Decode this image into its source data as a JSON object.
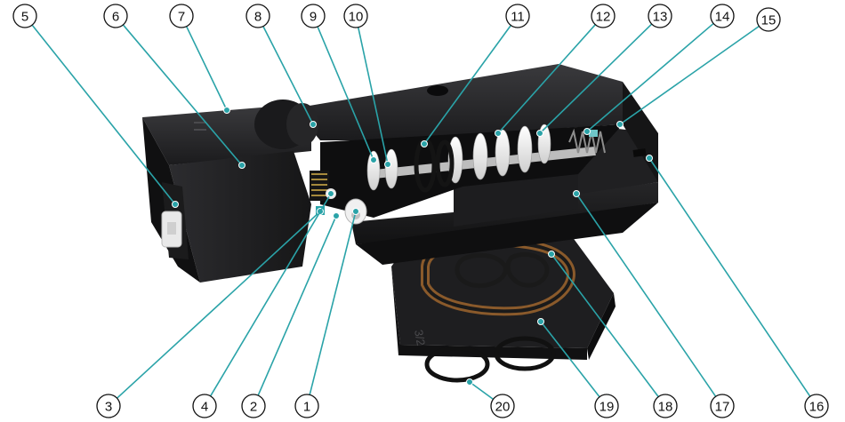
{
  "callouts": [
    {
      "id": "5",
      "label": "5"
    },
    {
      "id": "6",
      "label": "6"
    },
    {
      "id": "7",
      "label": "7"
    },
    {
      "id": "8",
      "label": "8"
    },
    {
      "id": "9",
      "label": "9"
    },
    {
      "id": "10",
      "label": "10"
    },
    {
      "id": "11",
      "label": "11"
    },
    {
      "id": "12",
      "label": "12"
    },
    {
      "id": "13",
      "label": "13"
    },
    {
      "id": "14",
      "label": "14"
    },
    {
      "id": "15",
      "label": "15"
    },
    {
      "id": "3",
      "label": "3"
    },
    {
      "id": "4",
      "label": "4"
    },
    {
      "id": "2",
      "label": "2"
    },
    {
      "id": "1",
      "label": "1"
    },
    {
      "id": "20",
      "label": "20"
    },
    {
      "id": "19",
      "label": "19"
    },
    {
      "id": "18",
      "label": "18"
    },
    {
      "id": "17",
      "label": "17"
    },
    {
      "id": "16",
      "label": "16"
    }
  ],
  "base_marking": "3/2",
  "colors": {
    "leader": "#2aa3a8",
    "body": "#1c1c1e",
    "gasket": "#8a5a2b",
    "spool": "#f2f2f2"
  }
}
